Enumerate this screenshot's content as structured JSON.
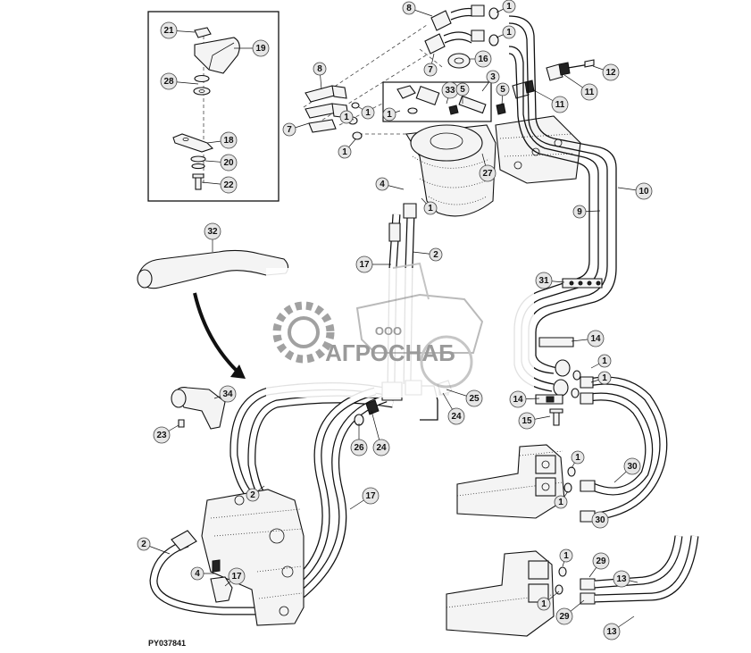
{
  "figure_id": "PY037841",
  "watermark": {
    "company_form": "ООО",
    "company_name": "АГРОСНАБ"
  },
  "callouts": [
    {
      "id": "c21",
      "text": "21"
    },
    {
      "id": "c19",
      "text": "19"
    },
    {
      "id": "c28",
      "text": "28"
    },
    {
      "id": "c18",
      "text": "18"
    },
    {
      "id": "c20",
      "text": "20"
    },
    {
      "id": "c22",
      "text": "22"
    },
    {
      "id": "c8a",
      "text": "8"
    },
    {
      "id": "c1a",
      "text": "1"
    },
    {
      "id": "c1b",
      "text": "1"
    },
    {
      "id": "c7a",
      "text": "7"
    },
    {
      "id": "c16",
      "text": "16"
    },
    {
      "id": "c3",
      "text": "3"
    },
    {
      "id": "c12",
      "text": "12"
    },
    {
      "id": "c11a",
      "text": "11"
    },
    {
      "id": "c8b",
      "text": "8"
    },
    {
      "id": "c33",
      "text": "33"
    },
    {
      "id": "c5a",
      "text": "5"
    },
    {
      "id": "c5b",
      "text": "5"
    },
    {
      "id": "c11b",
      "text": "11"
    },
    {
      "id": "c7b",
      "text": "7"
    },
    {
      "id": "c1c",
      "text": "1"
    },
    {
      "id": "c1d",
      "text": "1"
    },
    {
      "id": "c1e",
      "text": "1"
    },
    {
      "id": "c1f",
      "text": "1"
    },
    {
      "id": "c27",
      "text": "27"
    },
    {
      "id": "c10",
      "text": "10"
    },
    {
      "id": "c4a",
      "text": "4"
    },
    {
      "id": "c1g",
      "text": "1"
    },
    {
      "id": "c9",
      "text": "9"
    },
    {
      "id": "c32",
      "text": "32"
    },
    {
      "id": "c2a",
      "text": "2"
    },
    {
      "id": "c17a",
      "text": "17"
    },
    {
      "id": "c31",
      "text": "31"
    },
    {
      "id": "c14a",
      "text": "14"
    },
    {
      "id": "c1h",
      "text": "1"
    },
    {
      "id": "c1i",
      "text": "1"
    },
    {
      "id": "c34",
      "text": "34"
    },
    {
      "id": "c25",
      "text": "25"
    },
    {
      "id": "c14b",
      "text": "14"
    },
    {
      "id": "c24a",
      "text": "24"
    },
    {
      "id": "c23",
      "text": "23"
    },
    {
      "id": "c15",
      "text": "15"
    },
    {
      "id": "c26",
      "text": "26"
    },
    {
      "id": "c24b",
      "text": "24"
    },
    {
      "id": "c30a",
      "text": "30"
    },
    {
      "id": "c2b",
      "text": "2"
    },
    {
      "id": "c17b",
      "text": "17"
    },
    {
      "id": "c1j",
      "text": "1"
    },
    {
      "id": "c30b",
      "text": "30"
    },
    {
      "id": "c1k",
      "text": "1"
    },
    {
      "id": "c2c",
      "text": "2"
    },
    {
      "id": "c29a",
      "text": "29"
    },
    {
      "id": "c4b",
      "text": "4"
    },
    {
      "id": "c17c",
      "text": "17"
    },
    {
      "id": "c1l",
      "text": "1"
    },
    {
      "id": "c1m",
      "text": "1"
    },
    {
      "id": "c29b",
      "text": "29"
    },
    {
      "id": "c13a",
      "text": "13"
    },
    {
      "id": "c13b",
      "text": "13"
    }
  ]
}
